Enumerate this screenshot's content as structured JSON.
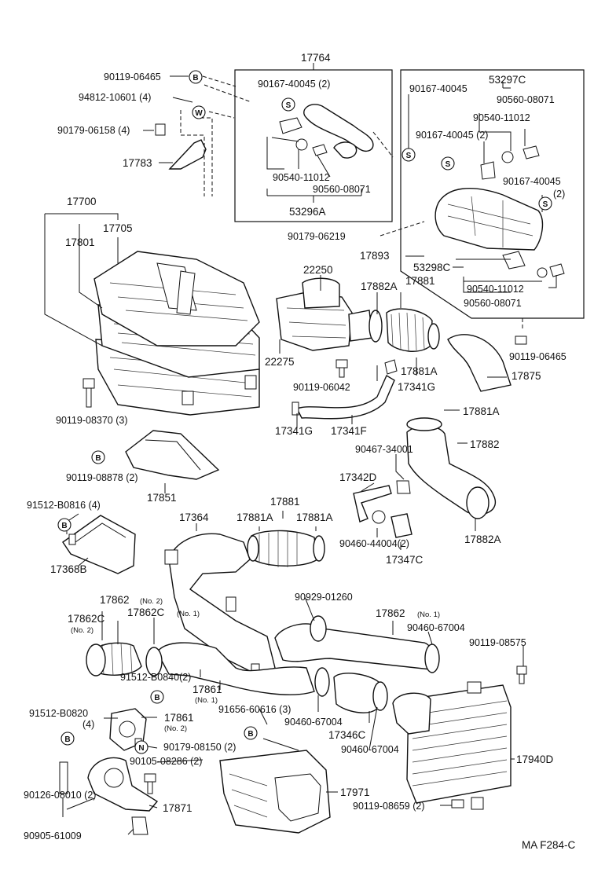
{
  "labels": {
    "p17764": "17764",
    "p90119_06465_top": "90119-06465",
    "p90167_40045_2_box": "90167-40045 (2)",
    "p94812_10601": "94812-10601 (4)",
    "p90179_06158": "90179-06158 (4)",
    "p17783": "17783",
    "p90540_11012_box": "90540-11012",
    "p90560_08071_box": "90560-08071",
    "p53296A": "53296A",
    "p90167_40045_r": "90167-40045",
    "p53297C": "53297C",
    "p90560_08071_r": "90560-08071",
    "p90540_11012_r": "90540-11012",
    "p90167_40045_2_r": "90167-40045 (2)",
    "p90167_40045_r2": "90167-40045",
    "p2_r": "(2)",
    "p90179_06219": "90179-06219",
    "p17700": "17700",
    "p17705": "17705",
    "p17801": "17801",
    "p17893": "17893",
    "p53298C": "53298C",
    "p22250": "22250",
    "p17882A_top": "17882A",
    "p17881_top": "17881",
    "p90540_11012_lo": "90540-11012",
    "p90560_08071_lo": "90560-08071",
    "p22275": "22275",
    "p90119_06465_r": "90119-06465",
    "p17881A_mid": "17881A",
    "p17875": "17875",
    "p90119_06042": "90119-06042",
    "p17341G_r": "17341G",
    "p90119_08370": "90119-08370 (3)",
    "p17341G_l": "17341G",
    "p17341F": "17341F",
    "p17881A_r": "17881A",
    "p17882": "17882",
    "p90119_08878": "90119-08878 (2)",
    "p90467_34001": "90467-34001",
    "p17342D": "17342D",
    "p17851": "17851",
    "p91512_B0816": "91512-B0816 (4)",
    "p17881_mid": "17881",
    "p17364": "17364",
    "p17881A_a": "17881A",
    "p17881A_b": "17881A",
    "p17882A_bot": "17882A",
    "p90460_44004": "90460-44004(2)",
    "p17347C": "17347C",
    "p17368B": "17368B",
    "p90929_01260": "90929-01260",
    "p17862_no2": "17862",
    "no2_a": "(No. 2)",
    "p17862C_l": "17862C",
    "no2_b": "(No. 2)",
    "p17862C_m": "17862C",
    "no1_a": "(No. 1)",
    "p17862_no1": "17862",
    "no1_b": "(No. 1)",
    "p90460_67004_a": "90460-67004",
    "p90119_08575": "90119-08575",
    "p91512_B0840": "91512-B0840(2)",
    "p17861_no1": "17861",
    "no1_c": "(No. 1)",
    "p91656_60616": "91656-60616 (3)",
    "p91512_B0820": "91512-B0820",
    "p4": "(4)",
    "p17861_no2": "17861",
    "no2_c": "(No. 2)",
    "p90460_67004_b": "90460-67004",
    "p17346C": "17346C",
    "p90179_08150": "90179-08150 (2)",
    "p90105_08286": "90105-08286 (2)",
    "p90460_67004_c": "90460-67004",
    "p17940D": "17940D",
    "p90126_08010": "90126-08010 (2)",
    "p17871": "17871",
    "p17971": "17971",
    "p90905_61009": "90905-61009",
    "p90119_08659": "90119-08659 (2)",
    "code": "MA  F284-C"
  },
  "markers": {
    "B": "B",
    "S": "S",
    "W": "W",
    "N": "N"
  }
}
